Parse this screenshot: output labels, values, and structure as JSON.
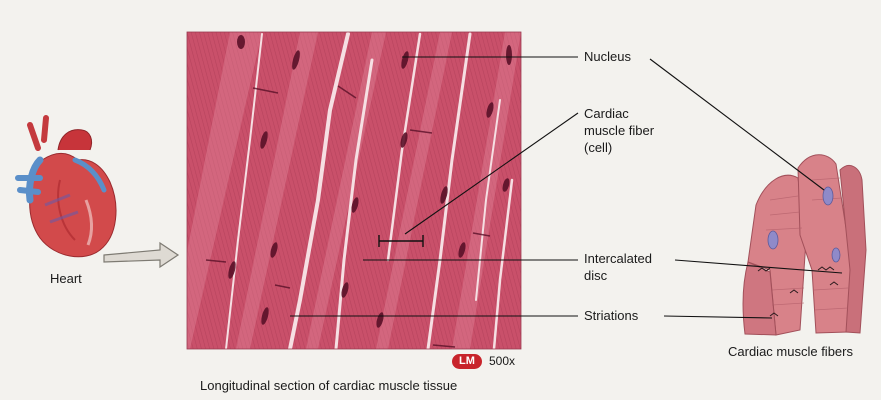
{
  "labels": {
    "nucleus": "Nucleus",
    "cardiac_fiber": [
      "Cardiac",
      "muscle fiber",
      "(cell)"
    ],
    "intercalated_disc": [
      "Intercalated",
      "disc"
    ],
    "striations": "Striations",
    "heart": "Heart",
    "cardiac_muscle_fibers": "Cardiac muscle fibers"
  },
  "micrograph": {
    "badge": "LM",
    "magnification": "500x",
    "caption": "Longitudinal section of cardiac muscle tissue"
  },
  "colors": {
    "tissue_base": "#c9506a",
    "tissue_dark": "#6b1530",
    "fiber_pink": "#d88289",
    "heart_red": "#c7343a",
    "vessel_blue": "#5a8fc9",
    "badge_red": "#c8242b"
  }
}
